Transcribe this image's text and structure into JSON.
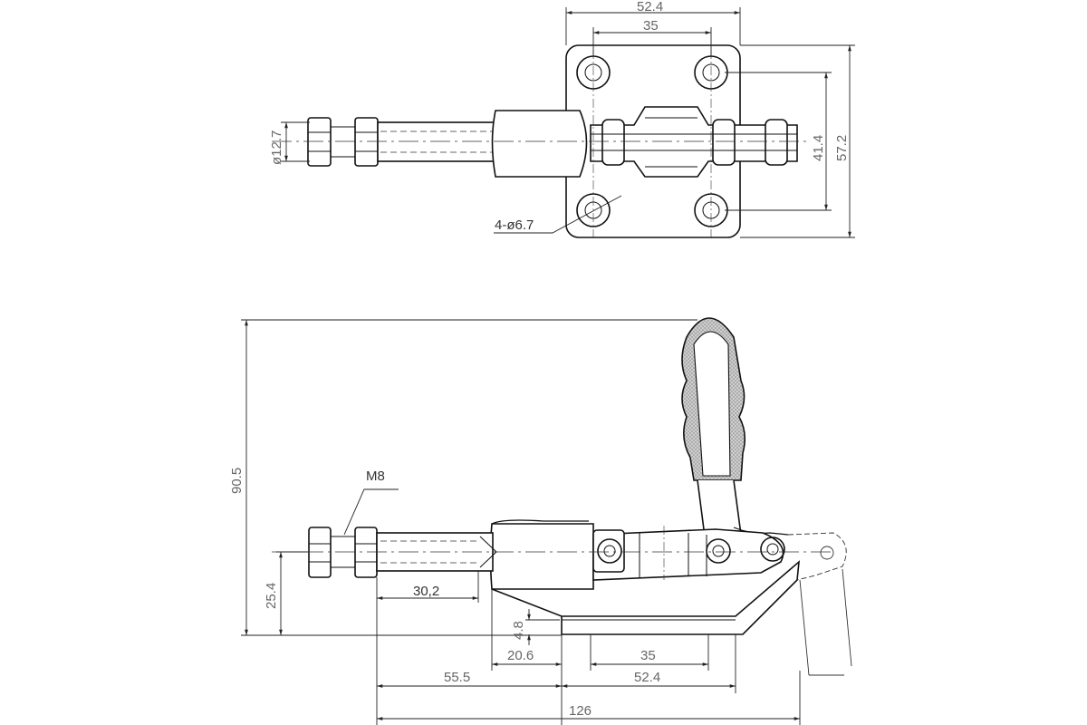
{
  "top_view": {
    "dim_width": "52.4",
    "dim_hole_spacing_x": "35",
    "dim_hole_spacing_y": "41.4",
    "dim_height": "57.2",
    "dim_rod_dia": "ø12.7",
    "holes_note": "4-ø6.7"
  },
  "side_view": {
    "dim_total_height": "90.5",
    "dim_axis_height": "25.4",
    "thread": "M8",
    "dim_thread_length": "30,2",
    "dim_base_thickness": "4.8",
    "dim_base_offset": "20.6",
    "dim_hole_spacing": "35",
    "dim_base_length": "52.4",
    "dim_rod_length": "55.5",
    "dim_total_length": "126"
  }
}
